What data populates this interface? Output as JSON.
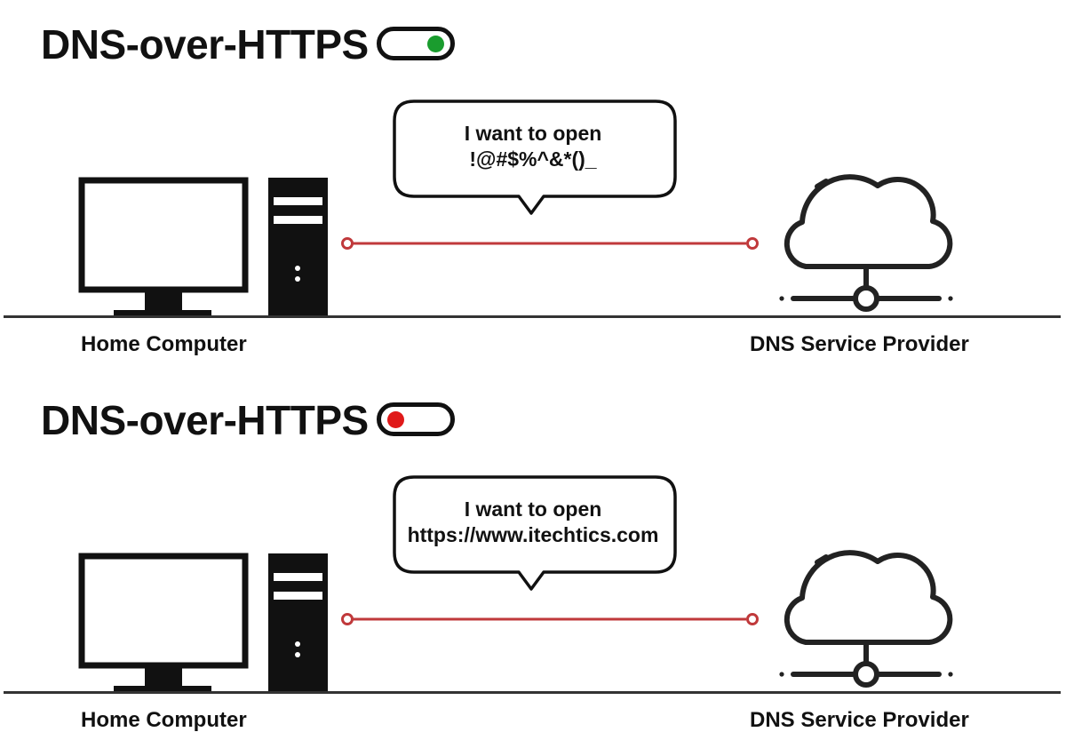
{
  "colors": {
    "toggle_on": "#1a9c2e",
    "toggle_off": "#e01919",
    "connection_line": "#c0393b",
    "ink": "#111111"
  },
  "panels": [
    {
      "title": "DNS-over-HTTPS",
      "toggle_state": "on",
      "bubble": {
        "line1": "I want to open",
        "line2": "!@#$%^&*()_"
      },
      "left_label": "Home Computer",
      "right_label": "DNS Service Provider",
      "icons": [
        "monitor-icon",
        "pc-tower-icon",
        "cloud-server-icon"
      ]
    },
    {
      "title": "DNS-over-HTTPS",
      "toggle_state": "off",
      "bubble": {
        "line1": "I want to open",
        "line2": "https://www.itechtics.com"
      },
      "left_label": "Home Computer",
      "right_label": "DNS Service Provider",
      "icons": [
        "monitor-icon",
        "pc-tower-icon",
        "cloud-server-icon"
      ]
    }
  ]
}
